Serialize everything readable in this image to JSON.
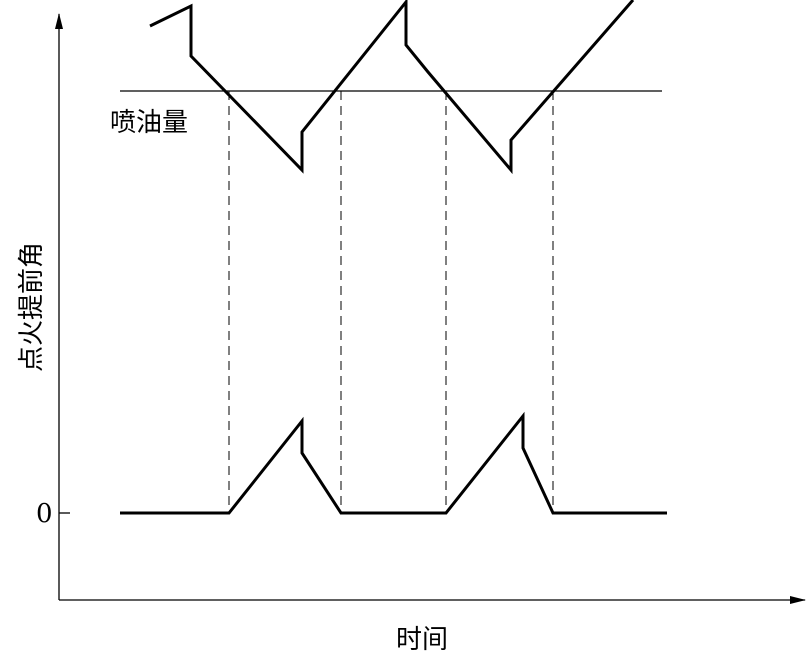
{
  "labels": {
    "y_axis": "点火提前角",
    "x_axis": "时间",
    "origin": "0",
    "reference": "喷油量"
  },
  "colors": {
    "line": "#000000",
    "background": "#ffffff"
  }
}
